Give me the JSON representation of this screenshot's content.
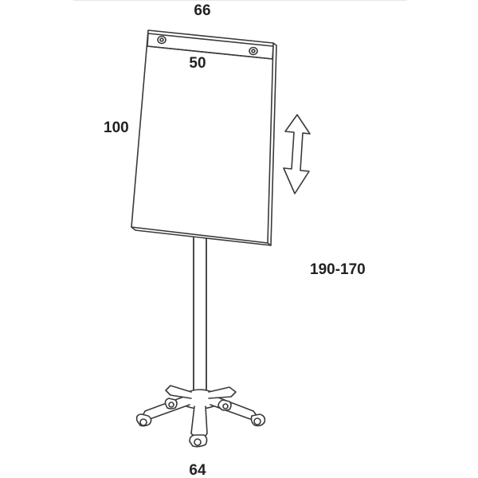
{
  "dimensions": {
    "top_width": "66",
    "paper_width": "50",
    "board_height": "100",
    "stand_height": "190-170",
    "base_width": "64"
  },
  "icons": {
    "height_adjust": "double-headed-vertical-arrow-icon"
  },
  "colors": {
    "line": "#3a3a3a",
    "text": "#222222",
    "background": "#ffffff"
  }
}
